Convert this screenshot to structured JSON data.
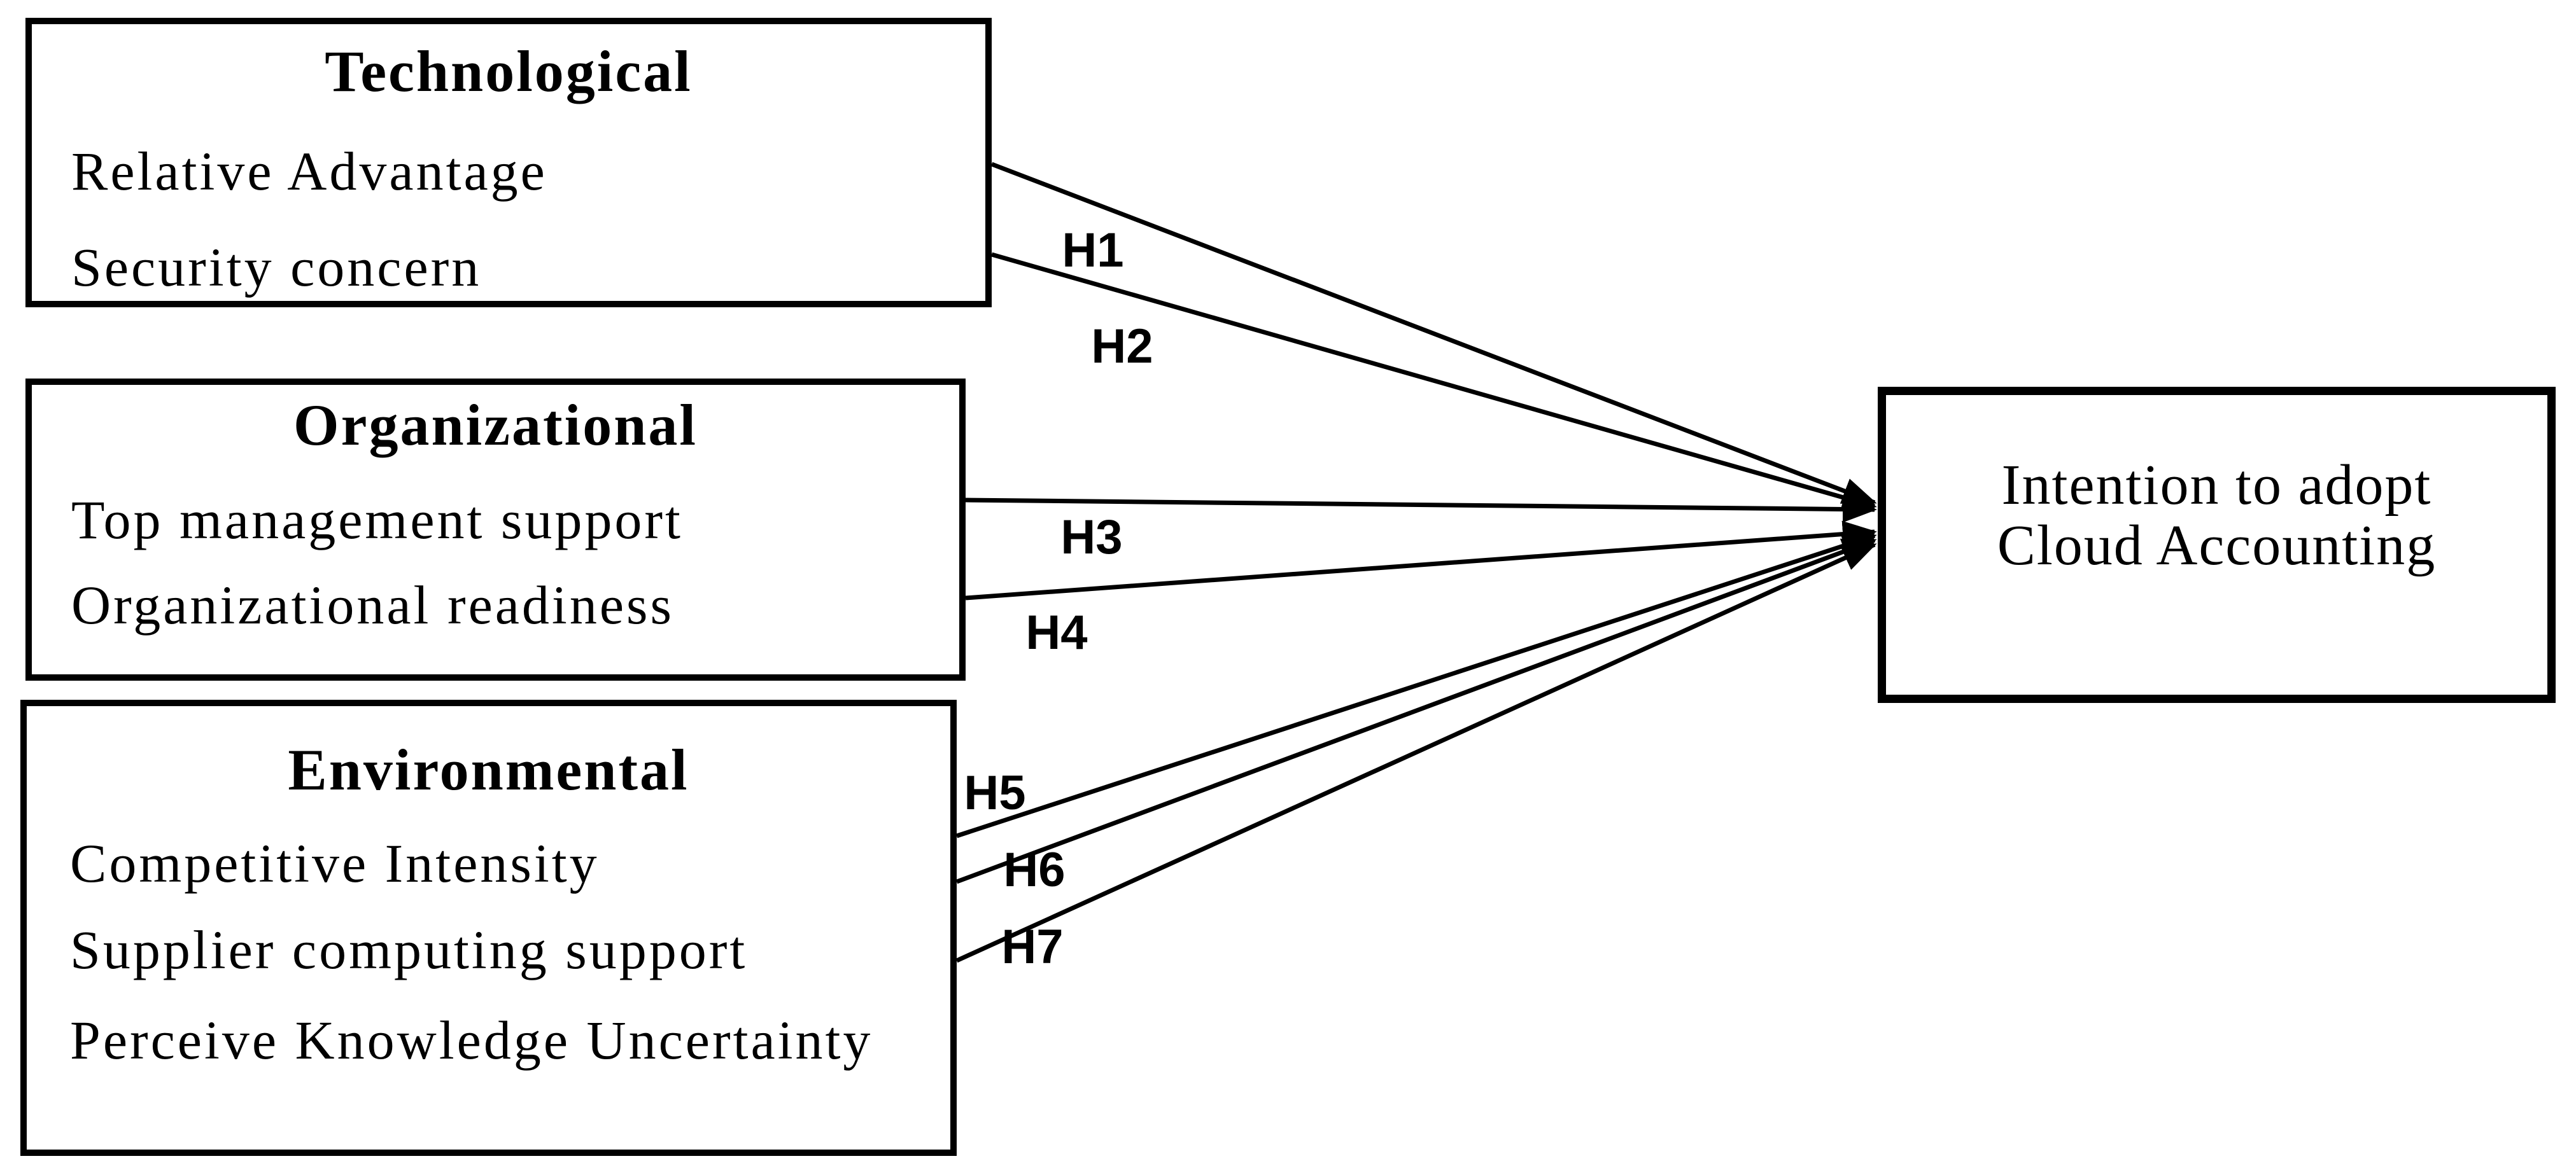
{
  "figure": {
    "type": "research-model-diagram",
    "colors": {
      "ink": "#000000",
      "background": "#ffffff"
    }
  },
  "boxes": {
    "technological": {
      "title": "Technological",
      "items": [
        "Relative Advantage",
        "Security concern"
      ]
    },
    "organizational": {
      "title": "Organizational",
      "items": [
        "Top management support",
        "Organizational readiness"
      ]
    },
    "environmental": {
      "title": "Environmental",
      "items": [
        "Competitive Intensity",
        "Supplier computing support",
        "Perceive Knowledge Uncertainty"
      ]
    },
    "outcome": {
      "line1": "Intention to adopt",
      "line2": "Cloud Accounting"
    }
  },
  "hypotheses": [
    {
      "label": "H1",
      "from": "Relative Advantage",
      "to": "Intention to adopt Cloud Accounting"
    },
    {
      "label": "H2",
      "from": "Security concern",
      "to": "Intention to adopt Cloud Accounting"
    },
    {
      "label": "H3",
      "from": "Top management support",
      "to": "Intention to adopt Cloud Accounting"
    },
    {
      "label": "H4",
      "from": "Organizational readiness",
      "to": "Intention to adopt Cloud Accounting"
    },
    {
      "label": "H5",
      "from": "Competitive Intensity",
      "to": "Intention to adopt Cloud Accounting"
    },
    {
      "label": "H6",
      "from": "Supplier computing support",
      "to": "Intention to adopt Cloud Accounting"
    },
    {
      "label": "H7",
      "from": "Perceive Knowledge Uncertainty",
      "to": "Intention to adopt Cloud Accounting"
    }
  ]
}
